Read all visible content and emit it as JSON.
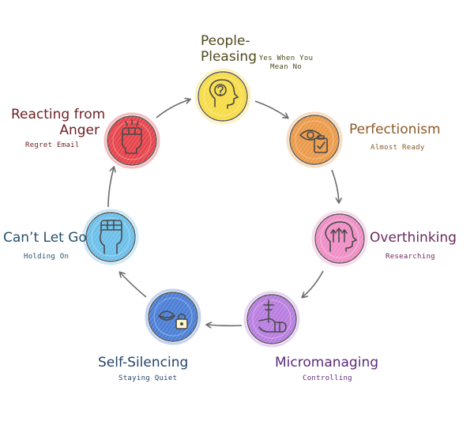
{
  "nodes": [
    {
      "id": "people-pleasing",
      "title": "People-Pleasing",
      "title_lines": [
        "People-",
        "Pleasing"
      ],
      "subtitle": "Yes When You Mean No",
      "subtitle_lines": [
        "Yes When You",
        "Mean No"
      ],
      "color": "#f7dc48",
      "text_color": "#4e4b1c",
      "icon": "head-question-icon"
    },
    {
      "id": "perfectionism",
      "title": "Perfectionism",
      "subtitle": "Almost Ready",
      "color": "#eb9b4a",
      "text_color": "#8a5a26",
      "icon": "eye-clipboard-icon"
    },
    {
      "id": "overthinking",
      "title": "Overthinking",
      "subtitle": "Researching",
      "color": "#ef8fc6",
      "text_color": "#6a2a5d",
      "icon": "head-arrows-icon"
    },
    {
      "id": "micromanaging",
      "title": "Micromanaging",
      "subtitle": "Controlling",
      "color": "#b97ee0",
      "text_color": "#5a2a7a",
      "icon": "hand-strings-icon"
    },
    {
      "id": "self-silencing",
      "title": "Self-Silencing",
      "subtitle": "Staying Quiet",
      "color": "#4c7fd6",
      "text_color": "#25436a",
      "icon": "mouth-lock-icon"
    },
    {
      "id": "cant-let-go",
      "title": "Can’t Let Go",
      "subtitle": "Holding On",
      "color": "#6dc0ea",
      "text_color": "#24516b",
      "icon": "fist-grip-icon"
    },
    {
      "id": "reacting-from-anger",
      "title": "Reacting from Anger",
      "title_lines": [
        "Reacting from",
        "Anger"
      ],
      "subtitle": "Regret Email",
      "color": "#e6454c",
      "text_color": "#6e1e22",
      "icon": "fist-burst-icon"
    }
  ],
  "colors": {
    "arrow": "#6b6b6b",
    "outline": "#5c5c5c"
  }
}
